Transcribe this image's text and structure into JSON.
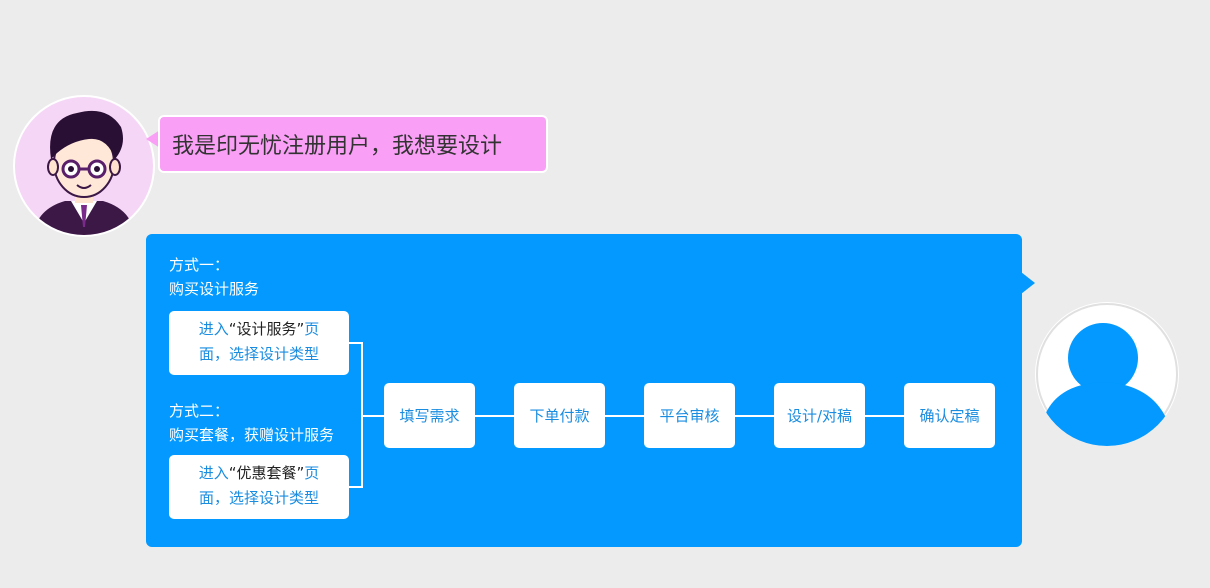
{
  "speech": {
    "text": "我是印无忧注册用户，我想要设计"
  },
  "method1": {
    "title": "方式一：",
    "subtitle": "购买设计服务"
  },
  "option1": {
    "prefix": "进入",
    "quoted": "“设计服务”",
    "suffix": "页",
    "line2": "面，选择设计类型"
  },
  "method2": {
    "title": "方式二：",
    "subtitle": "购买套餐，获赠设计服务"
  },
  "option2": {
    "prefix": "进入",
    "quoted": "“优惠套餐”",
    "suffix": "页",
    "line2": "面，选择设计类型"
  },
  "steps": [
    {
      "label": "填写需求"
    },
    {
      "label": "下单付款"
    },
    {
      "label": "平台审核"
    },
    {
      "label": "设计/对稿"
    },
    {
      "label": "确认定稿"
    }
  ],
  "colors": {
    "background": "#ececec",
    "panel": "#0399fe",
    "speech_bubble": "#f9a0f6",
    "step_text": "#1a8de0",
    "avatar_left_bg": "#f6d6f6"
  },
  "icons": {
    "left_avatar": "cartoon-user-avatar-icon",
    "right_avatar": "user-silhouette-icon"
  }
}
